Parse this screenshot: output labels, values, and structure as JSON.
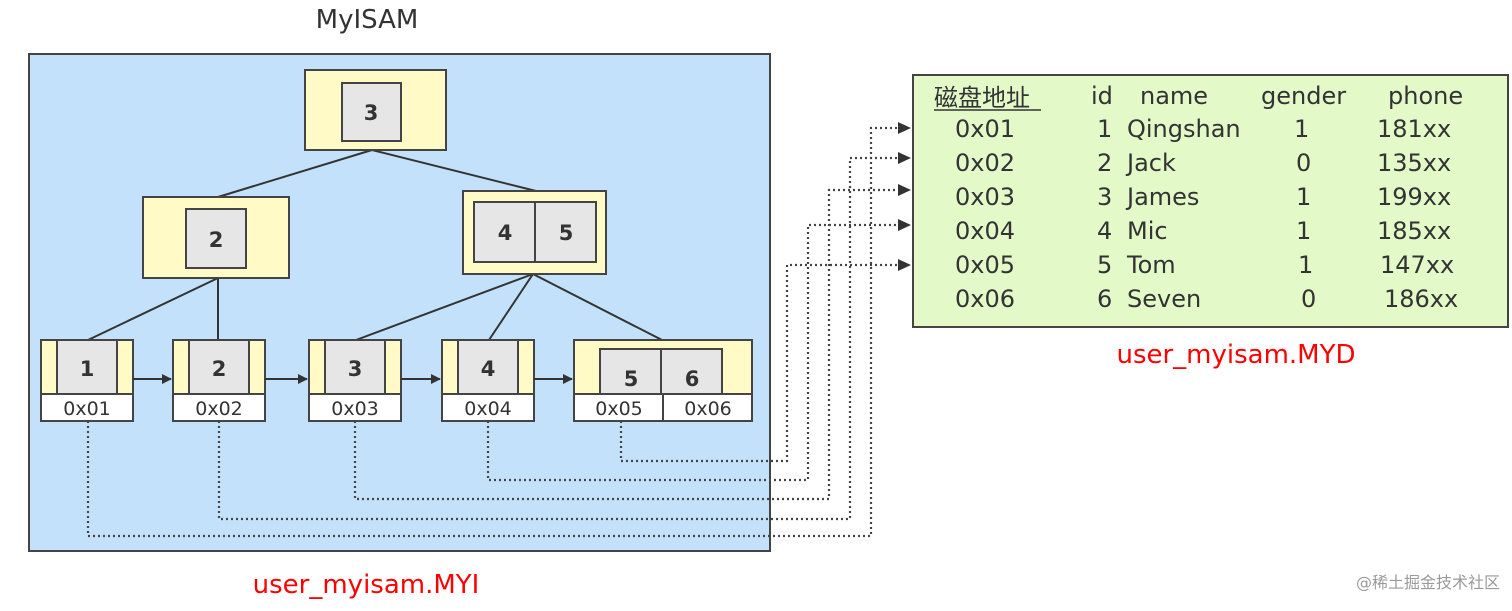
{
  "index_panel": {
    "title": "MyISAM",
    "file_label": "user_myisam.MYI",
    "root_key": "3",
    "level2_left_key": "2",
    "level2_right_keys": [
      "4",
      "5"
    ],
    "leaves": [
      {
        "keys": [
          "1"
        ],
        "addrs": [
          "0x01"
        ]
      },
      {
        "keys": [
          "2"
        ],
        "addrs": [
          "0x02"
        ]
      },
      {
        "keys": [
          "3"
        ],
        "addrs": [
          "0x03"
        ]
      },
      {
        "keys": [
          "4"
        ],
        "addrs": [
          "0x04"
        ]
      },
      {
        "keys": [
          "5",
          "6"
        ],
        "addrs": [
          "0x05",
          "0x06"
        ]
      }
    ]
  },
  "data_panel": {
    "file_label": "user_myisam.MYD",
    "headers": [
      "磁盘地址",
      "id",
      "name",
      "gender",
      "phone"
    ],
    "rows": [
      [
        "0x01",
        "1",
        "Qingshan",
        "1",
        "181xx"
      ],
      [
        "0x02",
        "2",
        "Jack",
        "0",
        "135xx"
      ],
      [
        "0x03",
        "3",
        "James",
        "1",
        "199xx"
      ],
      [
        "0x04",
        "4",
        "Mic",
        "1",
        "185xx"
      ],
      [
        "0x05",
        "5",
        "Tom",
        "1",
        "147xx"
      ],
      [
        "0x06",
        "6",
        "Seven",
        "0",
        "186xx"
      ]
    ]
  },
  "watermark": "@稀土掘金技术社区",
  "colors": {
    "index_bg": "#c3e1fa",
    "node_bg": "#fffac6",
    "key_bg": "#e6e6e6",
    "data_bg": "#e3f9c8",
    "label_red": "#ff0000"
  }
}
